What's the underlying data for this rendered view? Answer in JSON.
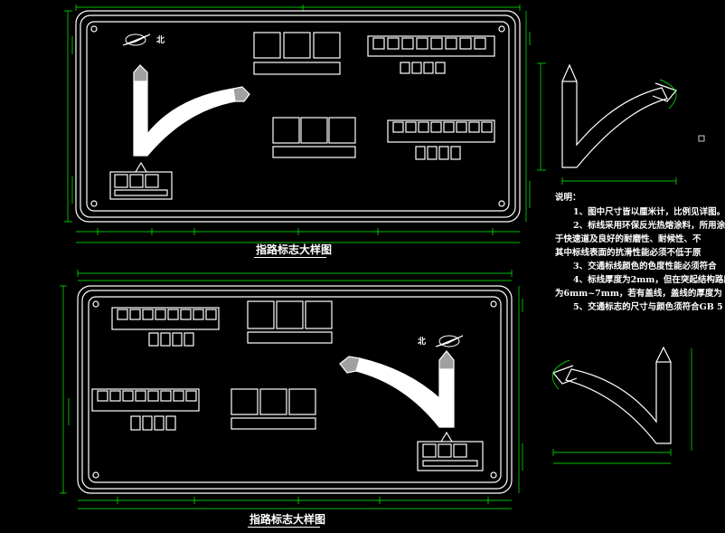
{
  "drawing": {
    "top_title": "指路标志大样图",
    "bottom_title": "指路标志大样图",
    "north_label": "北",
    "colors": {
      "background": "#000000",
      "linework": "#ffffff",
      "dimension": "#00ff00",
      "arrow_tip": "#a0a0a0"
    }
  },
  "notes": {
    "heading": "说明：",
    "lines": [
      "1、图中尺寸皆以厘米计，比例见详图。",
      "2、标线采用环保反光热熔涂料，所用涂",
      "于快速道及良好的耐磨性、耐候性、不",
      "其中标线表面的抗滑性能必须不低于原",
      "3、交通标线颜色的色度性能必须符合",
      "4、标线厚度为2mm，但在突起结构路段",
      "为6mm~7mm，若有盖线，盖线的厚度为",
      "5、交通标志的尺寸与颜色须符合GB 5"
    ]
  }
}
